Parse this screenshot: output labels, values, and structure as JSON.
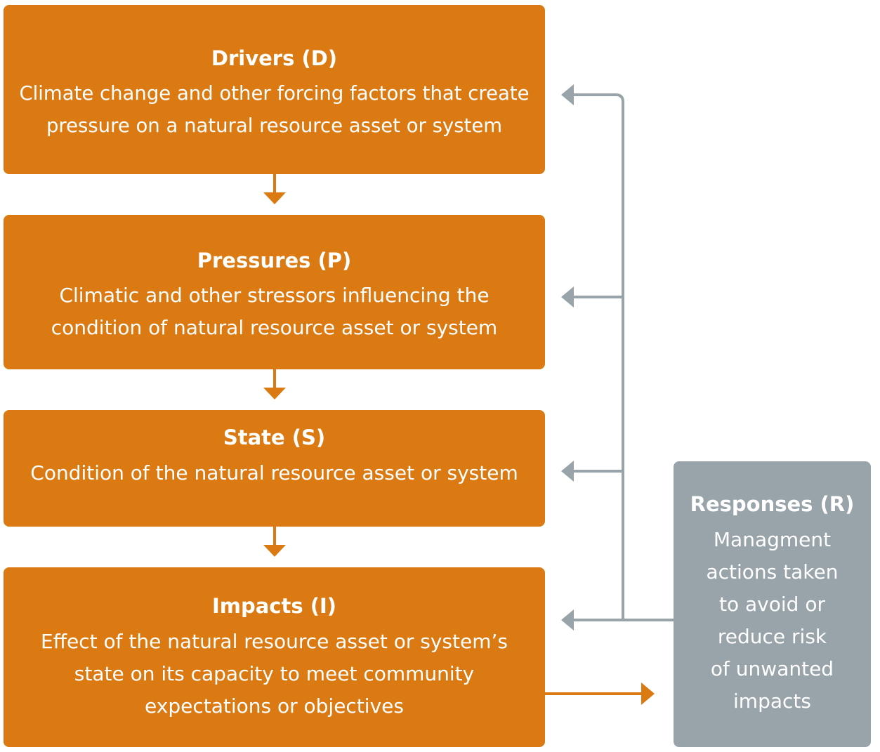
{
  "boxes": {
    "drivers": {
      "title": "Drivers (D)",
      "lines": [
        "Climate change and other forcing factors that create",
        "pressure on a natural resource asset or system"
      ]
    },
    "pressures": {
      "title": "Pressures (P)",
      "lines": [
        "Climatic and other stressors influencing the",
        "condition of natural resource asset or system"
      ]
    },
    "state": {
      "title": "State (S)",
      "lines": [
        "Condition of the natural resource asset or system"
      ]
    },
    "impacts": {
      "title": "Impacts (I)",
      "lines": [
        "Effect of the natural resource asset or system’s",
        "state on its capacity to meet community",
        "expectations or objectives"
      ]
    },
    "responses": {
      "title": "Responses (R)",
      "lines": [
        "Managment",
        "actions taken",
        "to avoid or",
        "reduce risk",
        "of unwanted",
        "impacts"
      ]
    }
  },
  "colors": {
    "orange": "#DB7A12",
    "grey": "#98A3AA",
    "text": "#FFFFFF"
  }
}
